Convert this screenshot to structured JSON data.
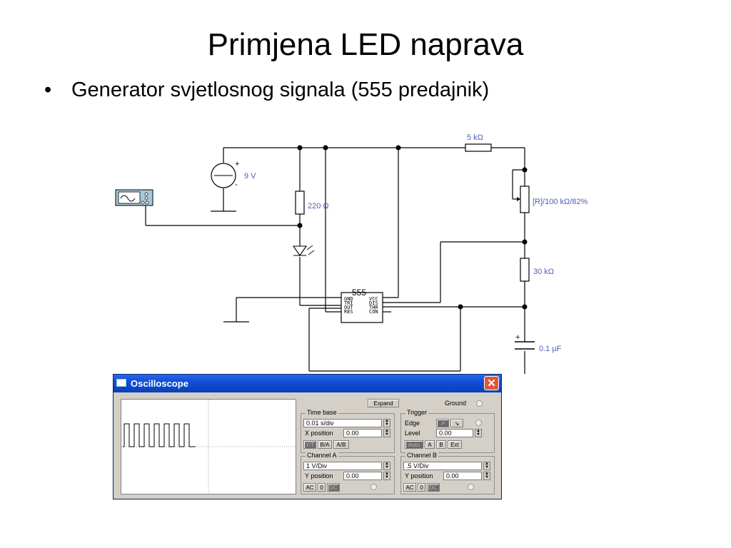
{
  "slide": {
    "title": "Primjena LED naprava",
    "bullet_marker": "•",
    "bullet_text": "Generator svjetlosnog signala (555 predajnik)"
  },
  "schematic": {
    "battery_label": "9 V",
    "battery_plus": "+",
    "battery_minus": "-",
    "resistor_220": "220 Ω",
    "resistor_5k": "5 kΩ",
    "potentiometer": "[R]/100 kΩ/82%",
    "resistor_30k": "30 kΩ",
    "capacitor": "0.1 µF",
    "capacitor_plus": "+",
    "ic_name": "555",
    "ic_pins_left": [
      "GND",
      "TRI",
      "OUT",
      "RES"
    ],
    "ic_pins_right": [
      "VCC",
      "DIS",
      "THR",
      "CON"
    ]
  },
  "oscilloscope": {
    "title": "Oscilloscope",
    "close_symbol": "✕",
    "expand_label": "Expand",
    "ground_label": "Ground",
    "timebase": {
      "title": "Time base",
      "value": "0.01 s/div",
      "x_position_label": "X position",
      "x_position_value": "0.00",
      "buttons": [
        "Y/T",
        "B/A",
        "A/B"
      ]
    },
    "trigger": {
      "title": "Trigger",
      "edge_label": "Edge",
      "level_label": "Level",
      "level_value": "0.00",
      "buttons": [
        "Auto",
        "A",
        "B",
        "Ext"
      ]
    },
    "channel_a": {
      "title": "Channel A",
      "value": "1  V/Div",
      "y_position_label": "Y position",
      "y_position_value": "0.00",
      "buttons": [
        "AC",
        "0",
        "DC"
      ]
    },
    "channel_b": {
      "title": "Channel B",
      "value": ".5  V/Div",
      "y_position_label": "Y position",
      "y_position_value": "0.00",
      "buttons": [
        "AC",
        "0",
        "DC"
      ]
    }
  }
}
